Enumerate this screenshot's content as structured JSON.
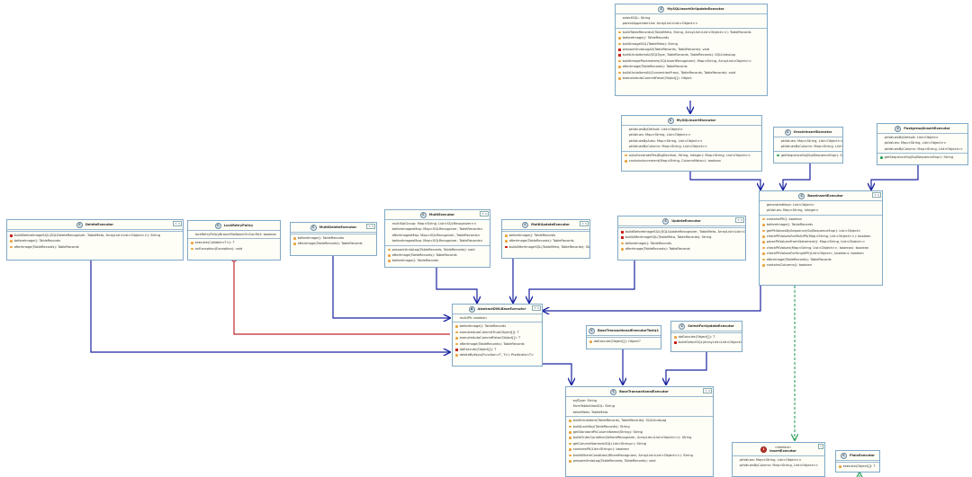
{
  "colors": {
    "edge_blue": "#1a23a0",
    "edge_red": "#c0282c",
    "edge_green": "#2aa05a",
    "border": "#7fa9c9",
    "fill": "#fefef6"
  },
  "classes": [
    {
      "id": "mysqlupsert",
      "name": "MySQLInsertOrUpdateExecutor",
      "kind": "C",
      "generic": "",
      "fields": [
        {
          "v": "selectSQL: String",
          "m": "none"
        },
        {
          "v": "parentAppenderList: ArrayList<List<Object>>",
          "m": "none"
        }
      ],
      "methods": [
        {
          "v": "buildTableRecords2(TableMeta, String, ArrayList<List<Object>>): TableRecords",
          "m": "org"
        },
        {
          "v": "beforeImage(): TableRecords",
          "m": "org"
        },
        {
          "v": "buildImageSQL(TableMeta): String",
          "m": "org"
        },
        {
          "v": "prepareUndoLogAll(TableRecords, TableRecords): void",
          "m": "red"
        },
        {
          "v": "buildUndoItemAll(SQLType, TableRecords, TableRecords): SQLUndoLog",
          "m": "red"
        },
        {
          "v": "buildImageParameters(SQLInsertRecognizer): Map<String, ArrayList<Object>>",
          "m": "org"
        },
        {
          "v": "afterImage(TableRecords): TableRecords",
          "m": "org"
        },
        {
          "v": "buildUndoItemAll(ConnectionProxy, TableRecords, TableRecords): void",
          "m": "org"
        },
        {
          "v": "executeAutoCommitFalse(Object[]): Object",
          "m": "org"
        }
      ]
    },
    {
      "id": "mysqlinsert",
      "name": "MySQLInsertExecutor",
      "kind": "C",
      "generic": "",
      "fields": [
        {
          "v": "pkValuesByDefault: List<Object>",
          "m": "none"
        },
        {
          "v": "pkValues: Map<String, List<Object>>",
          "m": "none"
        },
        {
          "v": "pkValuesByAuto: Map<String, List<Object>>",
          "m": "none"
        },
        {
          "v": "pkValuesByColumn: Map<String, List<Object>>",
          "m": "none"
        }
      ],
      "methods": [
        {
          "v": "autoGeneratePks(BigDecimal, String, Integer): Map<String, List<Object>>",
          "m": "org"
        },
        {
          "v": "containsIncrement(Map<String, ColumnMeta>): boolean",
          "m": "org"
        }
      ]
    },
    {
      "id": "oracleinsert",
      "name": "OracleInsertExecutor",
      "kind": "C",
      "generic": "",
      "fields": [
        {
          "v": "pkValues: Map<String, List<Object>>",
          "m": "none"
        },
        {
          "v": "pkValuesByColumn: Map<String, List<Object>>",
          "m": "none"
        }
      ],
      "methods": [
        {
          "v": "getSequenceSql(SqlSequenceExpr): String",
          "m": "grn"
        }
      ]
    },
    {
      "id": "pginsert",
      "name": "PostgresqlInsertExecutor",
      "kind": "C",
      "generic": "",
      "fields": [
        {
          "v": "pkValuesByDefault: List<Object>",
          "m": "none"
        },
        {
          "v": "pkValues: Map<String, List<Object>>",
          "m": "none"
        },
        {
          "v": "pkValuesByColumn: Map<String, List<Object>>",
          "m": "none"
        }
      ],
      "methods": [
        {
          "v": "getSequenceSql(SqlSequenceExpr): String",
          "m": "grn"
        }
      ]
    },
    {
      "id": "baseinsert",
      "name": "BaseInsertExecutor",
      "kind": "C",
      "generic": "T, S",
      "fields": [
        {
          "v": "generatedKeys: List<Object>",
          "m": "none"
        },
        {
          "v": "pkValues: Map<String, Integer>",
          "m": "none"
        }
      ],
      "methods": [
        {
          "v": "containsPK(): boolean",
          "m": "org"
        },
        {
          "v": "beforeImage(): TableRecords",
          "m": "org"
        },
        {
          "v": "getPkValuesBySequence(SqlSequenceExpr): List<Object>",
          "m": "org"
        },
        {
          "v": "checkPKValuesForMultiPK(Map<String, List<Object>>): boolean",
          "m": "org"
        },
        {
          "v": "parsePkValuesFromStatement(): Map<String, List<Object>>",
          "m": "org"
        },
        {
          "v": "checkPKValues(Map<String, List<Object>>, boolean): boolean",
          "m": "org"
        },
        {
          "v": "checkPKValuesForSinglePK(List<Object>, boolean): boolean",
          "m": "org"
        },
        {
          "v": "afterImage(TableRecords): TableRecords",
          "m": "org"
        },
        {
          "v": "containsColumns(): boolean",
          "m": "org"
        }
      ]
    },
    {
      "id": "delete",
      "name": "DeleteExecutor",
      "kind": "C",
      "generic": "T, S",
      "fields": [],
      "methods": [
        {
          "v": "buildBeforeImageSQL(SQLDeleteRecognizer, TableMeta, ArrayList<List<Object>>): String",
          "m": "red"
        },
        {
          "v": "beforeImage(): TableRecords",
          "m": "org"
        },
        {
          "v": "afterImage(TableRecords): TableRecords",
          "m": "org"
        }
      ]
    },
    {
      "id": "lockretry",
      "name": "LockRetryPolicy",
      "kind": "C",
      "generic": "",
      "fields": [
        {
          "v": "lockRetryPolicyBranchRollbackOnConflict: boolean",
          "m": "none"
        }
      ],
      "methods": [
        {
          "v": "execute(Callable<T>): T",
          "m": "org"
        },
        {
          "v": "onException(Exception): void",
          "m": "org"
        }
      ]
    },
    {
      "id": "multidelete",
      "name": "MultiDeleteExecutor",
      "kind": "C",
      "generic": "T, S",
      "fields": [],
      "methods": [
        {
          "v": "beforeImage(): TableRecords",
          "m": "org"
        },
        {
          "v": "afterImage(TableRecords): TableRecords",
          "m": "org"
        }
      ]
    },
    {
      "id": "multi",
      "name": "MultiExecutor",
      "kind": "C",
      "generic": "T, S",
      "fields": [
        {
          "v": "multiSqlGroup: Map<String, List<SQLRecognizer>>",
          "m": "none"
        },
        {
          "v": "beforeImagesMap: Map<SQLRecognizer, TableRecords>",
          "m": "none"
        },
        {
          "v": "afterImagesMap: Map<SQLRecognizer, TableRecords>",
          "m": "none"
        },
        {
          "v": "beforeImagesMap: Map<SQLRecognizer, TableRecords>",
          "m": "none"
        }
      ],
      "methods": [
        {
          "v": "prepareUndoLog(TableRecords, TableRecords): void",
          "m": "org"
        },
        {
          "v": "afterImage(TableRecords): TableRecords",
          "m": "org"
        },
        {
          "v": "beforeImage(): TableRecords",
          "m": "org"
        }
      ]
    },
    {
      "id": "multiupdate",
      "name": "MultiUpdateExecutor",
      "kind": "C",
      "generic": "T, S",
      "fields": [],
      "methods": [
        {
          "v": "beforeImage(): TableRecords",
          "m": "org"
        },
        {
          "v": "afterImage(TableRecords): TableRecords",
          "m": "org"
        },
        {
          "v": "buildAfterImageSQL(TableMeta, TableRecords): String",
          "m": "red"
        }
      ]
    },
    {
      "id": "update",
      "name": "UpdateExecutor",
      "kind": "C",
      "generic": "T, S",
      "fields": [],
      "methods": [
        {
          "v": "buildBeforeImageSQL(SQLUpdateRecognizer, TableMeta, ArrayList<List<Object>>): String",
          "m": "red"
        },
        {
          "v": "buildAfterImageSQL(TableMeta, TableRecords): String",
          "m": "red"
        },
        {
          "v": "beforeImage(): TableRecords",
          "m": "org"
        },
        {
          "v": "afterImage(TableRecords): TableRecords",
          "m": "org"
        }
      ]
    },
    {
      "id": "abstractdml",
      "name": "AbstractDMLBaseExecutor",
      "kind": "A",
      "generic": "T, S",
      "fields": [
        {
          "v": "multiPk: boolean",
          "m": "none"
        }
      ],
      "methods": [
        {
          "v": "beforeImage(): TableRecords",
          "m": "org"
        },
        {
          "v": "executeAutoCommitTrue(Object[]): T",
          "m": "org"
        },
        {
          "v": "executeAutoCommitFalse(Object[]): T",
          "m": "org"
        },
        {
          "v": "afterImage(TableRecords): TableRecords",
          "m": "org"
        },
        {
          "v": "doExecute(Object[]): T",
          "m": "red"
        },
        {
          "v": "deleteByKeys(Function<T, T>): Predicate<T>",
          "m": "org"
        }
      ]
    },
    {
      "id": "basetxtest",
      "name": "BaseTransactionalExecutorTest$1",
      "kind": "C",
      "generic": "",
      "fields": [],
      "methods": [
        {
          "v": "doExecute(Object[]): Object?",
          "m": "org"
        }
      ]
    },
    {
      "id": "selectupdate",
      "name": "SelectForUpdateExecutor",
      "kind": "C",
      "generic": "",
      "fields": [],
      "methods": [
        {
          "v": "doExecute(Object[]): T",
          "m": "org"
        },
        {
          "v": "buildSelectSQL(ArrayList<List<Object>>): String",
          "m": "red"
        }
      ]
    },
    {
      "id": "basetx",
      "name": "BaseTransactionalExecutor",
      "kind": "C",
      "generic": "T, S",
      "fields": [
        {
          "v": "sqlType: String",
          "m": "none"
        },
        {
          "v": "fromTableAliasSQL: String",
          "m": "none"
        },
        {
          "v": "tableMeta: TableMeta",
          "m": "none"
        }
      ],
      "methods": [
        {
          "v": "buildUndoItem(TableRecords, TableRecords): SQLUndoLog",
          "m": "org"
        },
        {
          "v": "buildLockKey(TableRecords): String",
          "m": "org"
        },
        {
          "v": "getStandardPkColumnName(String): String",
          "m": "org"
        },
        {
          "v": "buildOrderCondition(WhereRecognizer, ArrayList<List<Object>>): String",
          "m": "org"
        },
        {
          "v": "getColumnNamesInSQL(List<String>): String",
          "m": "org"
        },
        {
          "v": "containsPK(List<String>): boolean",
          "m": "org"
        },
        {
          "v": "buildWhereCondition(WhereRecognizer, ArrayList<List<Object>>): String",
          "m": "org"
        },
        {
          "v": "prepareUndoLog(TableRecords, TableRecords): void",
          "m": "org"
        }
      ]
    },
    {
      "id": "insertiface",
      "name": "InsertExecutor",
      "kind": "I",
      "stereo": "«interface»",
      "generic": "T",
      "fields": [
        {
          "v": "pkValues: Map<String, List<Object>>",
          "m": "none"
        },
        {
          "v": "pkValuesByColumn: Map<String, List<Object>>",
          "m": "none"
        }
      ],
      "methods": []
    },
    {
      "id": "plainexec",
      "name": "PlainExecutor",
      "kind": "C",
      "generic": "",
      "fields": [],
      "methods": [
        {
          "v": "execute(Object[]): T",
          "m": "org"
        }
      ]
    }
  ]
}
